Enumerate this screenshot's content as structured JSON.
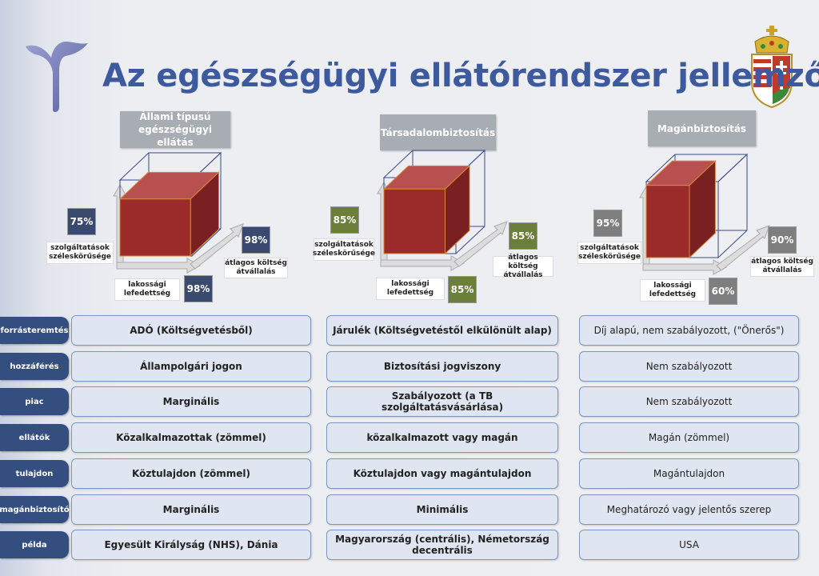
{
  "title": "Az egészségügyi ellátórendszer jellemzői",
  "colors": {
    "title": "#3e5a9e",
    "navy": "#3a4a6e",
    "green": "#6b7f3a",
    "gray": "#7e7e7e",
    "box": "#9b2a2a",
    "row_label": "#344f7f"
  },
  "models": [
    {
      "header": [
        "Állami típusú",
        "egészségügyi ellátás"
      ],
      "scope_pct": "75%",
      "cost_pct": "98%",
      "coverage_pct": "98%",
      "scope": 0.75,
      "cost": 0.98,
      "coverage": 0.98
    },
    {
      "header": [
        "Társadalombiztosítás"
      ],
      "scope_pct": "85%",
      "cost_pct": "85%",
      "coverage_pct": "85%",
      "scope": 0.85,
      "cost": 0.85,
      "coverage": 0.85
    },
    {
      "header": [
        "Magánbiztosítás"
      ],
      "scope_pct": "95%",
      "cost_pct": "90%",
      "coverage_pct": "60%",
      "scope": 0.95,
      "cost": 0.9,
      "coverage": 0.6
    }
  ],
  "axis_labels": {
    "scope": [
      "szolgáltatások",
      "széleskörűsége"
    ],
    "cost": [
      "átlagos költség",
      "átvállalás"
    ],
    "coverage": [
      "lakossági",
      "lefedettség"
    ]
  },
  "rows": [
    {
      "label": "forrásteremtés",
      "cells": [
        "ADÓ (Költségvetésből)",
        "Járulék (Költségvetéstől elkülönült alap)",
        "Díj alapú, nem szabályozott, (\"Önerős\")"
      ]
    },
    {
      "label": "hozzáférés",
      "cells": [
        "Állampolgári jogon",
        "Biztosítási jogviszony",
        "Nem szabályozott"
      ]
    },
    {
      "label": "piac",
      "cells": [
        "Marginális",
        "Szabályozott (a TB szolgáltatásvásárlása)",
        "Nem szabályozott"
      ]
    },
    {
      "label": "ellátók",
      "cells": [
        "Közalkalmazottak (zömmel)",
        "közalkalmazott vagy magán",
        "Magán (zömmel)"
      ]
    },
    {
      "label": "tulajdon",
      "cells": [
        "Köztulajdon (zömmel)",
        "Köztulajdon vagy magántulajdon",
        "Magántulajdon"
      ]
    },
    {
      "label": "magánbiztosító",
      "cells": [
        "Marginális",
        "Minimális",
        "Meghatározó vagy jelentős szerep"
      ]
    },
    {
      "label": "példa",
      "cells": [
        "Egyesült Királyság (NHS), Dánia",
        "Magyarország (centrális), Németország decentrális",
        "USA"
      ]
    }
  ]
}
